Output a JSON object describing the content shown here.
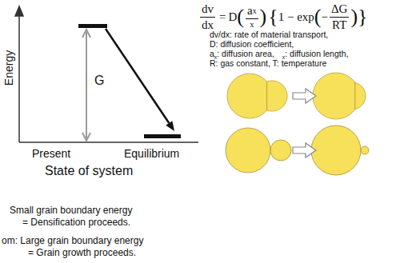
{
  "diagram": {
    "labels": [
      "Energy",
      "G",
      "Present",
      "Equilibrium",
      "State of system",
      "dv",
      "dx",
      "=",
      "D",
      "(",
      "a",
      "x",
      "x",
      ")",
      "{",
      "1 − exp",
      "(",
      "−",
      "ΔG",
      "RT",
      ")",
      "}",
      "dv/dx: rate of material transport,",
      "D: diffusion coefficient,",
      "a",
      "x",
      ": diffusion area,",
      "x",
      ": diffusion length,",
      "R: gas constant, T: temperature",
      "Small grain boundary energy",
      "= Densification proceeds.",
      "om: Large grain boundary energy",
      "= Grain growth proceeds."
    ]
  }
}
